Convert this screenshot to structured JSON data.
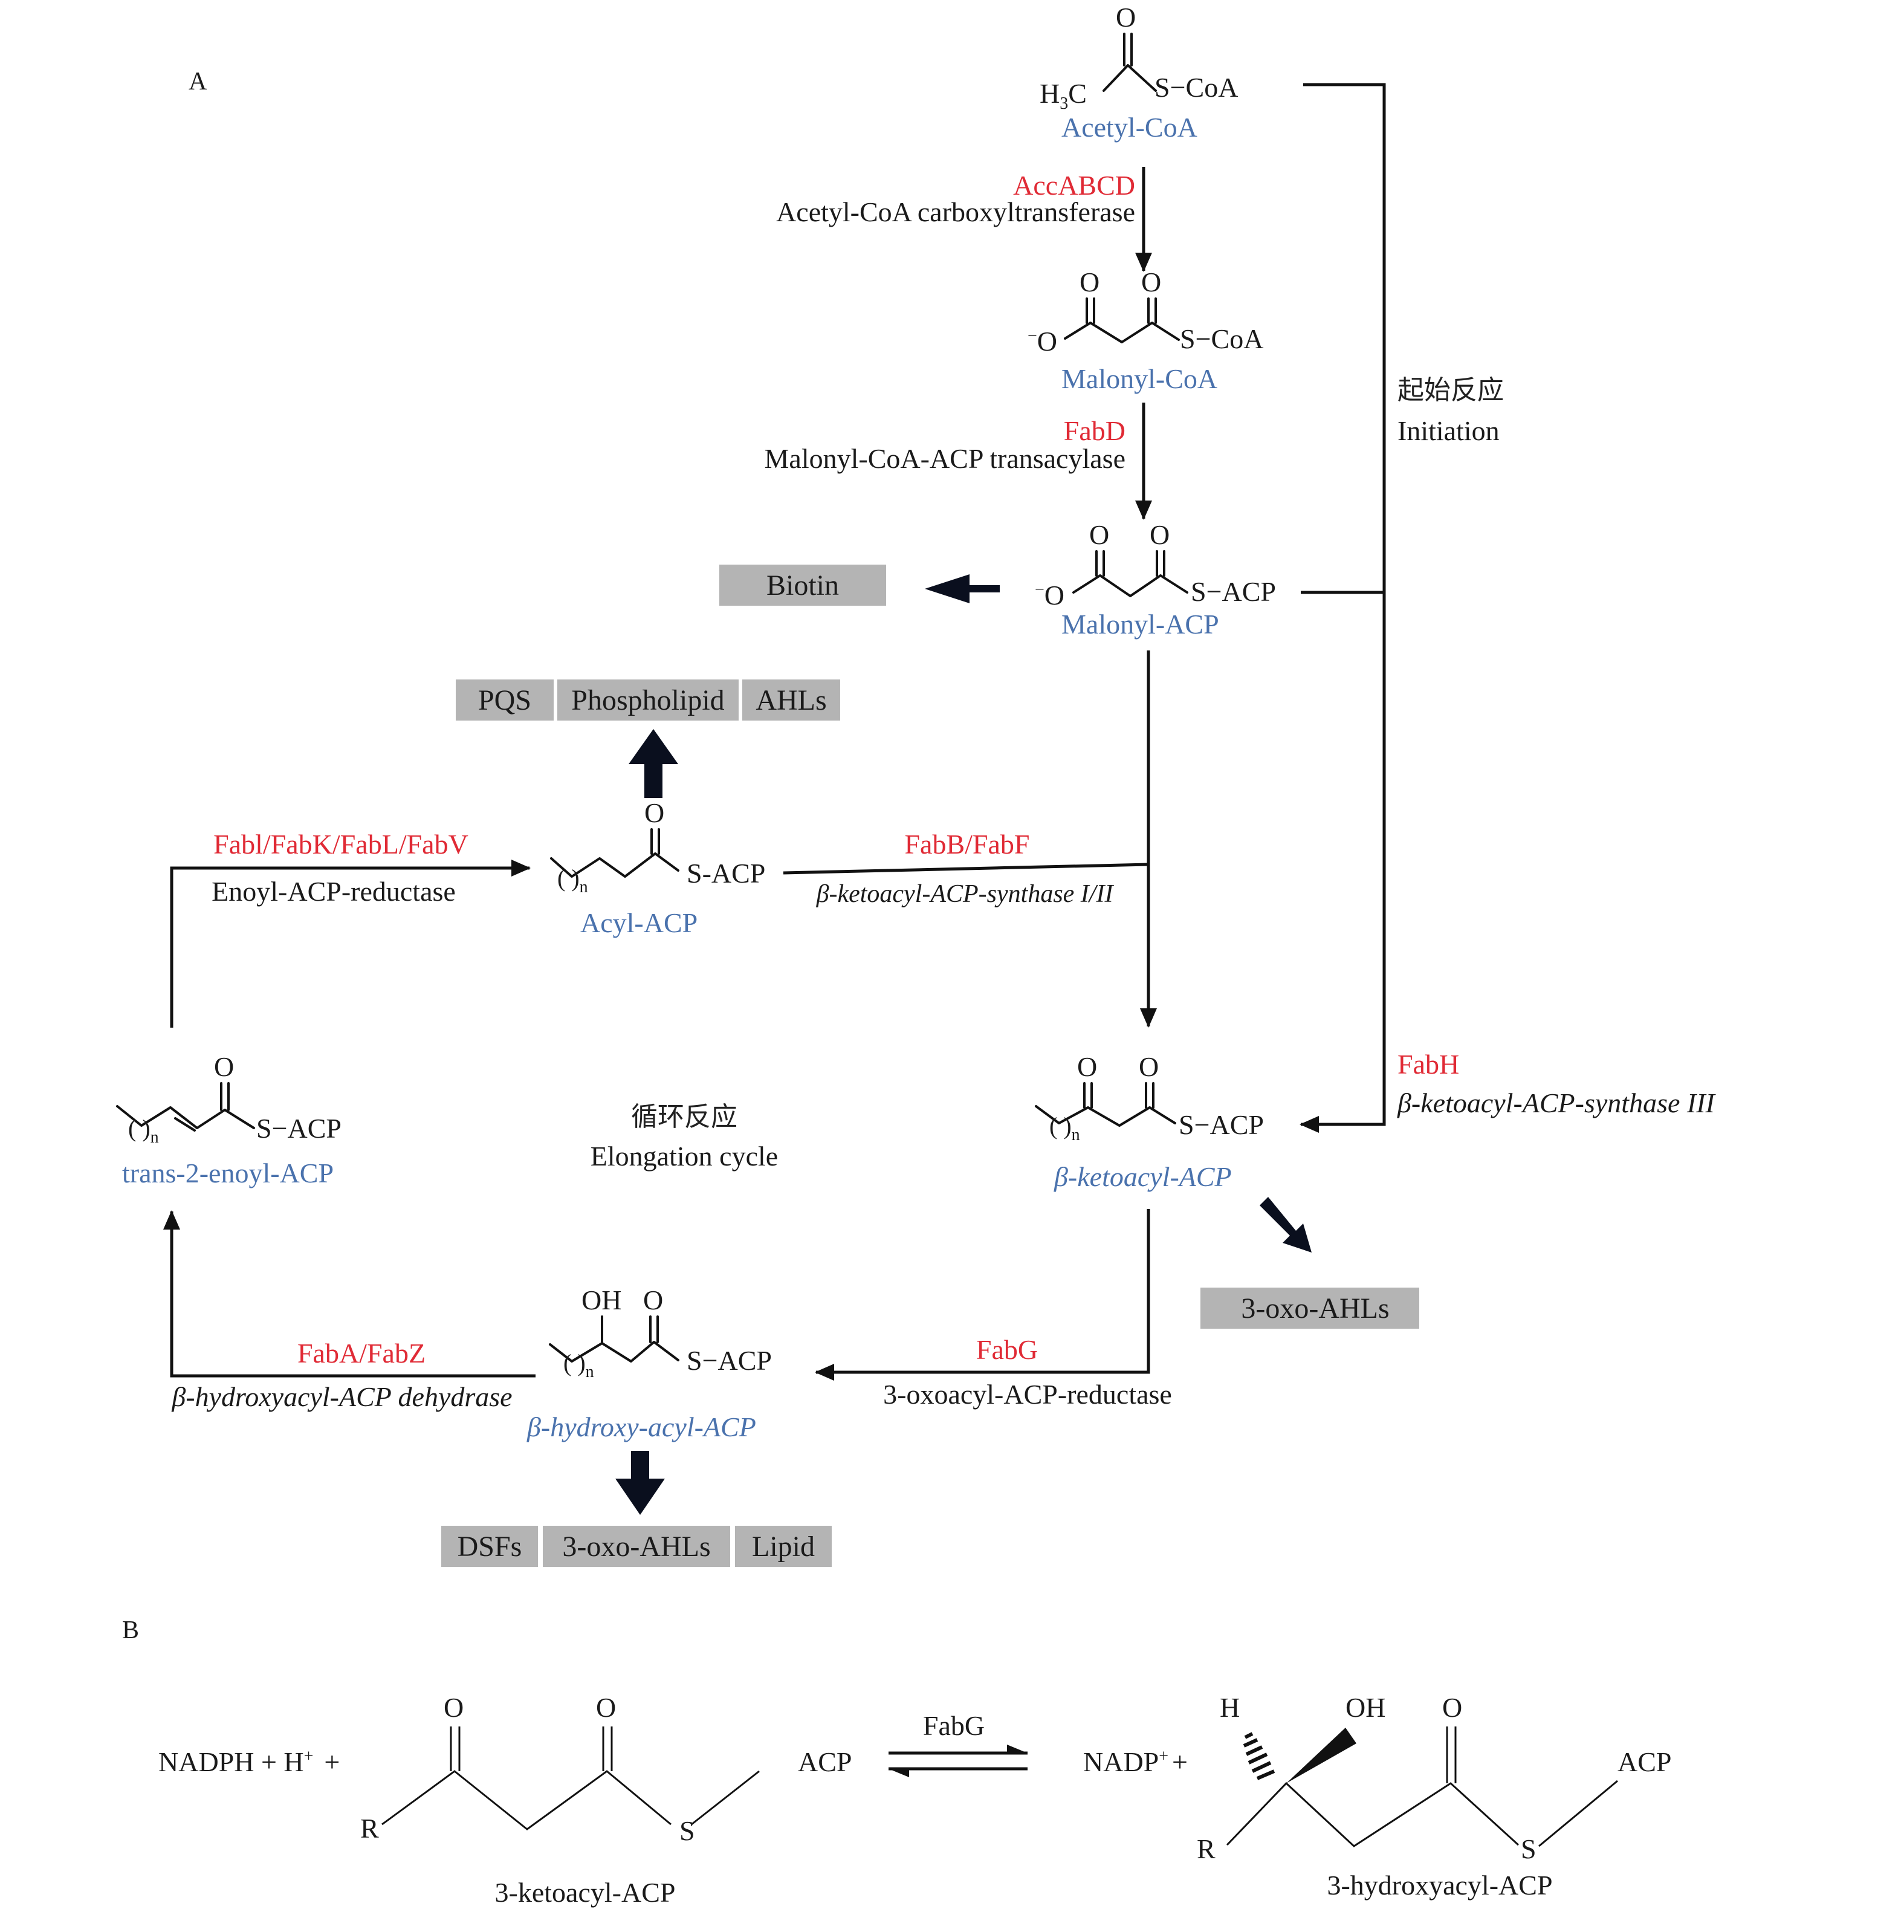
{
  "colors": {
    "enzyme": "#e02a35",
    "molecule": "#4a72ad",
    "text": "#1a1a1a",
    "product_box": "#b4b4b4"
  },
  "panels": {
    "a": "A",
    "b": "B"
  },
  "phases": {
    "initiation_cn": "起始反应",
    "initiation_en": "Initiation",
    "elongation_cn": "循环反应",
    "elongation_en": "Elongation cycle"
  },
  "molecules": {
    "acetyl_coa": "Acetyl-CoA",
    "malonyl_coa": "Malonyl-CoA",
    "malonyl_acp": "Malonyl-ACP",
    "acyl_acp": "Acyl-ACP",
    "beta_ketoacyl_acp": "β-ketoacyl-ACP",
    "trans_enoyl_acp": "trans-2-enoyl-ACP",
    "beta_hydroxyacyl_acp": "β-hydroxy-acyl-ACP"
  },
  "atoms": {
    "o": "O",
    "o_minus": "O",
    "minus": "−",
    "h3c_h": "H",
    "h3c_3": "3",
    "h3c_c": "C",
    "s_coa": "S−CoA",
    "s_acp": "S−ACP",
    "s_acp_dash": "S−ACP",
    "s_acp_tight": "S-ACP",
    "s_acp_enoyl": "S ACP",
    "oh": "OH",
    "paren_n": "( )",
    "n": "n"
  },
  "enzymes": {
    "accabcd": {
      "gene": "AccABCD",
      "name": "Acetyl-CoA carboxyltransferase"
    },
    "fabd": {
      "gene": "FabD",
      "name": "Malonyl-CoA-ACP transacylase"
    },
    "fabh": {
      "gene": "FabH",
      "name": "β-ketoacyl-ACP-synthase III"
    },
    "fabbf": {
      "gene": "FabB/FabF",
      "name": "β-ketoacyl-ACP-synthase I/II"
    },
    "fabg": {
      "gene": "FabG",
      "name": "3-oxoacyl-ACP-reductase"
    },
    "fabaz": {
      "gene": "FabA/FabZ",
      "name": "β-hydroxyacyl-ACP dehydrase"
    },
    "fabi": {
      "gene": "Fabl/FabK/FabL/FabV",
      "name": "Enoyl-ACP-reductase"
    }
  },
  "products": {
    "biotin": [
      "Biotin"
    ],
    "acyl": [
      "PQS",
      "Phospholipid",
      "AHLs"
    ],
    "ketoacyl": [
      "3-oxo-AHLs"
    ],
    "hydroxyacyl": [
      "DSFs",
      "3-oxo-AHLs",
      "Lipid"
    ]
  },
  "panel_b": {
    "left_reagents_main": "NADPH + H",
    "left_reagents_sup": "+",
    "left_reagents_plus": "+",
    "enzyme": "FabG",
    "right_reagents_main": "NADP",
    "right_reagents_sup": "+",
    "right_reagents_plus": "+",
    "r": "R",
    "s": "S",
    "acp": "ACP",
    "o": "O",
    "oh": "OH",
    "h": "H",
    "substrate_name": "3-ketoacyl-ACP",
    "product_name": "3-hydroxyacyl-ACP"
  }
}
